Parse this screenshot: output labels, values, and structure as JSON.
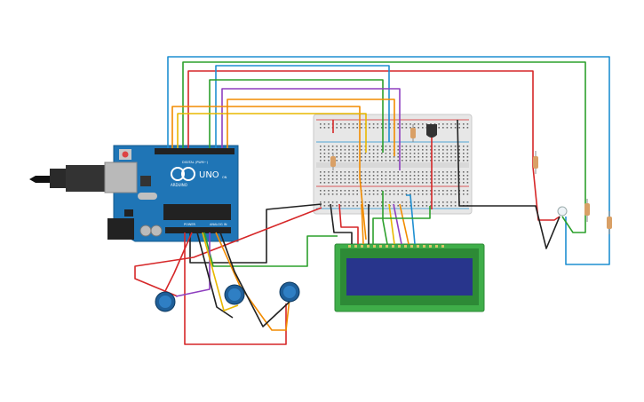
{
  "board": {
    "brand": "UNO",
    "maker": "ARDUINO",
    "digital_header": "DIGITAL (PWM~)",
    "power_header": "POWER",
    "analog_header": "ANALOG IN",
    "on_label": "ON"
  },
  "lcd": {
    "line1": "",
    "line2": ""
  },
  "colors": {
    "wire_red": "#d62728",
    "wire_orange": "#f28c00",
    "wire_yellow": "#e8b800",
    "wire_green": "#2ca02c",
    "wire_blue": "#1f8fd1",
    "wire_purple": "#8e3fbf",
    "wire_black": "#222222",
    "board_blue": "#1f75b6",
    "lcd_green": "#3fae49",
    "lcd_screen": "#28358c",
    "breadboard": "#e7e7e7"
  },
  "components": [
    "arduino-uno",
    "breadboard",
    "lcd-16x2",
    "potentiometer",
    "potentiometer",
    "potentiometer",
    "rgb-led",
    "resistor",
    "resistor",
    "resistor",
    "resistor",
    "resistor",
    "temperature-sensor"
  ]
}
